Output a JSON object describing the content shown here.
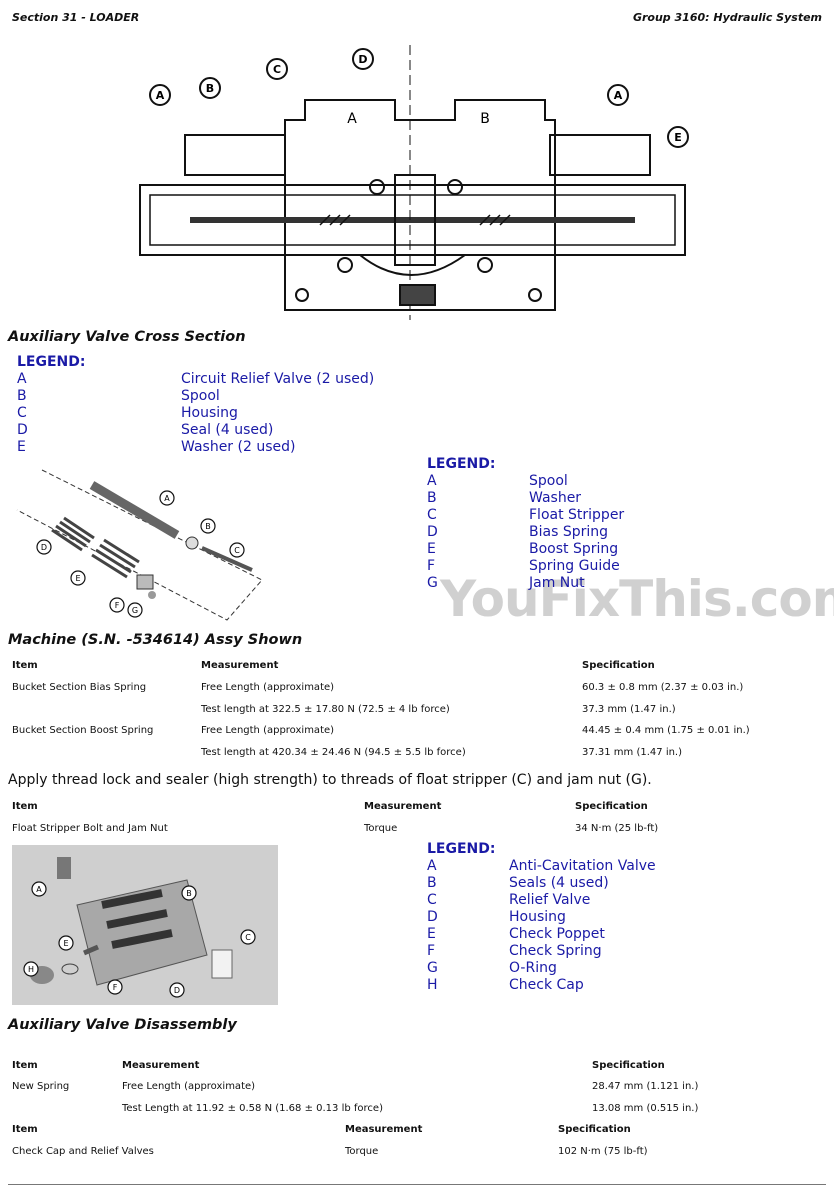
{
  "header": {
    "section": "Section 31 - LOADER",
    "group": "Group 3160: Hydraulic System"
  },
  "figure1": {
    "title": "Auxiliary Valve Cross Section",
    "callouts": [
      "A",
      "B",
      "C",
      "D",
      "A",
      "E"
    ],
    "inner_labels": [
      "A",
      "B"
    ],
    "legend_title": "LEGEND:",
    "legend": [
      {
        "k": "A",
        "v": "Circuit Relief Valve (2 used)"
      },
      {
        "k": "B",
        "v": "Spool"
      },
      {
        "k": "C",
        "v": "Housing"
      },
      {
        "k": "D",
        "v": "Seal (4 used)"
      },
      {
        "k": "E",
        "v": "Washer (2 used)"
      }
    ]
  },
  "figure2": {
    "title": "Machine (S.N. -534614) Assy Shown",
    "callouts": [
      "A",
      "B",
      "C",
      "D",
      "E",
      "F",
      "G"
    ],
    "legend_title": "LEGEND:",
    "legend": [
      {
        "k": "A",
        "v": "Spool"
      },
      {
        "k": "B",
        "v": "Washer"
      },
      {
        "k": "C",
        "v": "Float Stripper"
      },
      {
        "k": "D",
        "v": "Bias Spring"
      },
      {
        "k": "E",
        "v": "Boost Spring"
      },
      {
        "k": "F",
        "v": "Spring Guide"
      },
      {
        "k": "G",
        "v": "Jam Nut"
      }
    ]
  },
  "watermark": "YouFixThis.com",
  "table1": {
    "headers": [
      "Item",
      "Measurement",
      "Specification"
    ],
    "rows": [
      [
        "Bucket Section Bias Spring",
        "Free Length (approximate)",
        "60.3 ± 0.8 mm (2.37 ± 0.03 in.)"
      ],
      [
        "",
        "Test length at 322.5 ± 17.80 N (72.5 ± 4 lb force)",
        "37.3 mm (1.47 in.)"
      ],
      [
        "Bucket Section Boost Spring",
        "Free Length (approximate)",
        "44.45 ± 0.4 mm (1.75 ± 0.01 in.)"
      ],
      [
        "",
        "Test length at 420.34 ± 24.46 N (94.5 ± 5.5 lb force)",
        "37.31 mm (1.47 in.)"
      ]
    ]
  },
  "note": "Apply thread lock and sealer (high strength) to threads of float stripper (C) and jam nut (G).",
  "table2": {
    "headers": [
      "Item",
      "Measurement",
      "Specification"
    ],
    "rows": [
      [
        "Float Stripper Bolt and Jam Nut",
        "Torque",
        "34 N·m (25 lb-ft)"
      ]
    ]
  },
  "figure3": {
    "title": "Auxiliary Valve Disassembly",
    "callouts": [
      "A",
      "B",
      "C",
      "D",
      "E",
      "F",
      "H"
    ],
    "legend_title": "LEGEND:",
    "legend": [
      {
        "k": "A",
        "v": "Anti-Cavitation Valve"
      },
      {
        "k": "B",
        "v": "Seals (4 used)"
      },
      {
        "k": "C",
        "v": "Relief Valve"
      },
      {
        "k": "D",
        "v": "Housing"
      },
      {
        "k": "E",
        "v": "Check Poppet"
      },
      {
        "k": "F",
        "v": "Check Spring"
      },
      {
        "k": "G",
        "v": "O-Ring"
      },
      {
        "k": "H",
        "v": "Check Cap"
      }
    ]
  },
  "table3": {
    "headers": [
      "Item",
      "Measurement",
      "Specification"
    ],
    "rows": [
      [
        "New Spring",
        "Free Length (approximate)",
        "28.47 mm (1.121 in.)"
      ],
      [
        "",
        "Test Length at 11.92 ± 0.58 N (1.68 ± 0.13 lb force)",
        "13.08 mm (0.515 in.)"
      ]
    ]
  },
  "table4": {
    "headers": [
      "Item",
      "Measurement",
      "Specification"
    ],
    "rows": [
      [
        "Check Cap and Relief Valves",
        "Torque",
        "102 N·m (75 lb-ft)"
      ]
    ]
  }
}
